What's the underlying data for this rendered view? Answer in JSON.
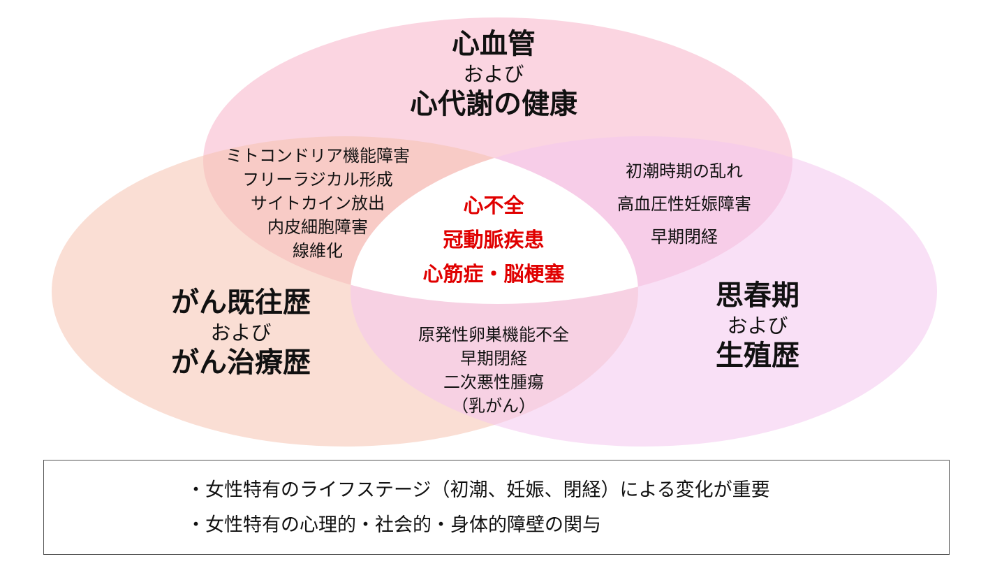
{
  "colors": {
    "cardio": "#f7b3c8",
    "cancer": "#f6c2b0",
    "repro": "#f4c6ef",
    "center": "#ffffff",
    "center_text": "#e00000",
    "border": "#555555"
  },
  "circles": {
    "cardio": {
      "title1": "心血管",
      "mid": "および",
      "title2": "心代謝の健康"
    },
    "cancer": {
      "title1": "がん既往歴",
      "mid": "および",
      "title2": "がん治療歴"
    },
    "repro": {
      "title1": "思春期",
      "mid": "および",
      "title2": "生殖歴"
    }
  },
  "overlaps": {
    "cardio_cancer": [
      "ミトコンドリア機能障害",
      "フリーラジカル形成",
      "サイトカイン放出",
      "内皮細胞障害",
      "線維化"
    ],
    "cardio_repro": [
      "初潮時期の乱れ",
      "高血圧性妊娠障害",
      "早期閉経"
    ],
    "cancer_repro": [
      "原発性卵巣機能不全",
      "早期閉経",
      "二次悪性腫瘍",
      "（乳がん）"
    ]
  },
  "center": [
    "心不全",
    "冠動脈疾患",
    "心筋症・脳梗塞"
  ],
  "notes": [
    "・女性特有のライフステージ（初潮、妊娠、閉経）による変化が重要",
    "・女性特有の心理的・社会的・身体的障壁の関与"
  ]
}
